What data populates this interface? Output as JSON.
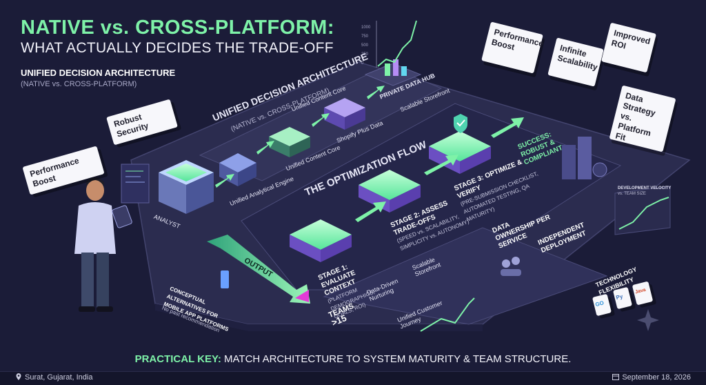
{
  "header": {
    "title_line1": "NATIVE vs. CROSS-PLATFORM:",
    "title_line2": "WHAT ACTUALLY DECIDES THE TRADE-OFF",
    "subtitle_line1": "UNIFIED DECISION ARCHITECTURE",
    "subtitle_line2": "(NATIVE vs. CROSS-PLATFORM)"
  },
  "top_row": {
    "heading": "UNIFIED DECISION ARCHITECTURE",
    "heading_sub": "(NATIVE vs. CROSS-PLATFORM)",
    "analyst": "ANALYST",
    "engine": "Unified Analytical Engine",
    "core1": "Unified Content Core",
    "core2": "Unified Content Core",
    "shopify": "Shopify Plus Data",
    "hub": "PRIVATE DATA HUB",
    "storefront": "Scalable Storefront",
    "mini_chart_ticks": [
      "1000",
      "750",
      "500",
      "250",
      "0"
    ]
  },
  "left_cards": {
    "card1": "Performance Boost",
    "card2": "Robust Security"
  },
  "right_cards": [
    "Performance Boost",
    "Infinite Scalability",
    "Improved ROI",
    "Data Strategy vs. Platform Fit"
  ],
  "flow": {
    "heading": "THE OPTIMIZATION FLOW",
    "stage1_title": "STAGE 1: EVALUATE CONTEXT",
    "stage1_sub": "(PLATFORM DEMOGRAPHICS, GOALS, ROI)",
    "stage2_title": "STAGE 2: ASSESS TRADE-OFFS",
    "stage2_sub": "(SPEED vs. SCALABILITY, SIMPLICITY vs. AUTONOMY)",
    "stage3_title": "STAGE 3: OPTIMIZE & VERIFY",
    "stage3_sub": "(PRE-SUBMISSION CHECKLIST, AUTOMATED TESTING, QA MATURITY)",
    "success": "SUCCESS: ROBUST & COMPLIANT",
    "output": "OUTPUT"
  },
  "lower": {
    "conceptual": "CONCEPTUAL ALTERNATIVES FOR MOBILE APP PLATFORMS",
    "no_recommendation": "No past recommendation",
    "teams_label": "TEAMS",
    "teams_value": ">15",
    "data_driven": "Data-Driven Nurturing",
    "scalable": "Scalable Storefront",
    "journey": "Unified Customer Journey",
    "ownership": "DATA OWNERSHIP PER SERVICE",
    "deployment": "INDEPENDENT DEPLOYMENT",
    "tech_flex": "TECHNOLOGY FLEXIBILITY",
    "velocity_title": "DEVELOPMENT VELOCITY",
    "velocity_sub": "vs. TEAM SIZE",
    "logos": [
      "GO",
      "Py",
      "Java"
    ]
  },
  "footer": {
    "key_bold": "PRACTICAL KEY:",
    "key_text": " MATCH ARCHITECTURE TO SYSTEM MATURITY & TEAM STRUCTURE.",
    "location": "Surat, Gujarat, India",
    "date": "September 18, 2026"
  },
  "colors": {
    "background": "#1b1c38",
    "accent_green": "#7ef2a8",
    "platform": "#2b2c4f",
    "stage_purple": "#7a5bd6"
  }
}
